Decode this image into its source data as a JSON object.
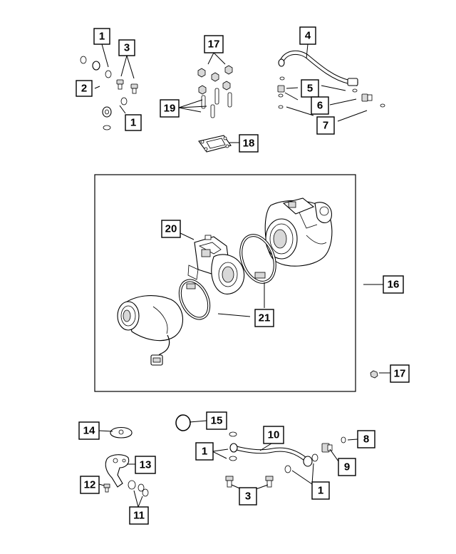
{
  "callouts": {
    "c1a": "1",
    "c2": "2",
    "c3a": "3",
    "c1b": "1",
    "c17a": "17",
    "c19": "19",
    "c18": "18",
    "c4": "4",
    "c5": "5",
    "c6": "6",
    "c7": "7",
    "c20": "20",
    "c21": "21",
    "c16": "16",
    "c17b": "17",
    "c14": "14",
    "c13": "13",
    "c12": "12",
    "c11": "11",
    "c15": "15",
    "c1c": "1",
    "c10": "10",
    "c8": "8",
    "c9": "9",
    "c3b": "3",
    "c1d": "1"
  }
}
